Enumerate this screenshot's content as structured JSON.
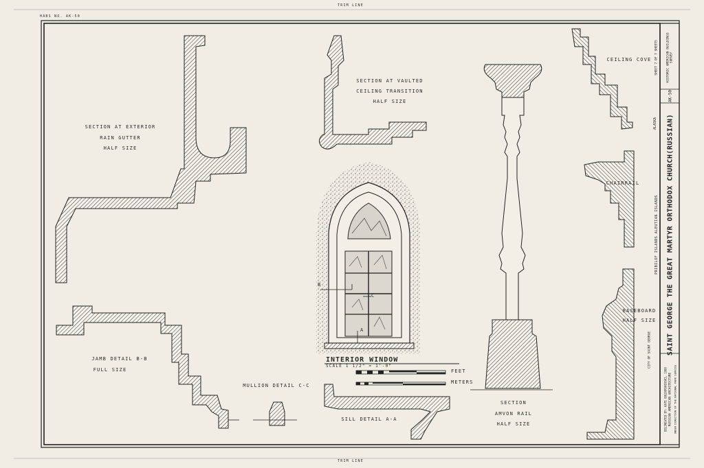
{
  "sheet": {
    "corner_note": "HABS No. AK-50",
    "trim_line": "TRIM LINE",
    "trim_line_bottom": "TRIM LINE"
  },
  "labels": {
    "exterior_gutter": [
      "SECTION AT EXTERIOR",
      "RAIN GUTTER",
      "HALF SIZE"
    ],
    "vaulted_ceiling": [
      "SECTION AT VAULTED",
      "CEILING TRANSITION",
      "HALF SIZE"
    ],
    "ceiling_cove": "CEILING COVE",
    "chairrail": "CHAIRRAIL",
    "baseboard": [
      "BASEBOARD",
      "HALF SIZE"
    ],
    "jamb_detail": [
      "JAMB DETAIL  B-B",
      "FULL SIZE"
    ],
    "mullion_detail": "MULLION DETAIL  C-C",
    "sill_detail": "SILL DETAIL  A-A",
    "amvon_rail": [
      "SECTION",
      "AMVON RAIL",
      "HALF SIZE"
    ],
    "interior_window": "INTERIOR WINDOW",
    "interior_window_scale": "SCALE 1 1/2\" = 1'-0\"",
    "scale_feet": "FEET",
    "scale_meters": "METERS",
    "window_marks": {
      "a": "a",
      "b": "b",
      "c": "c"
    }
  },
  "title_block": {
    "main_title": "SAINT GEORGE THE GREAT MARTYR ORTHODOX CHURCH(RUSSIAN)",
    "sub_title": "PRIBILOF ISLANDS     ALEUTIAN ISLANDS",
    "city": "CITY OF SAINT GEORGE",
    "state": "ALASKA",
    "habs_no": "AK-50",
    "agency": "HISTORIC AMERICAN BUILDINGS SURVEY",
    "sheet_no": "SHEET 7 OF 7 SHEETS",
    "delineator": "DELINEATED BY: KATE BOLDORSHEVSKI, 1980",
    "project": "RUSSIAN AMERICAN ARCHITECTURE",
    "credit": "UNDER DIRECTION OF THE NATIONAL PARK SERVICE"
  }
}
